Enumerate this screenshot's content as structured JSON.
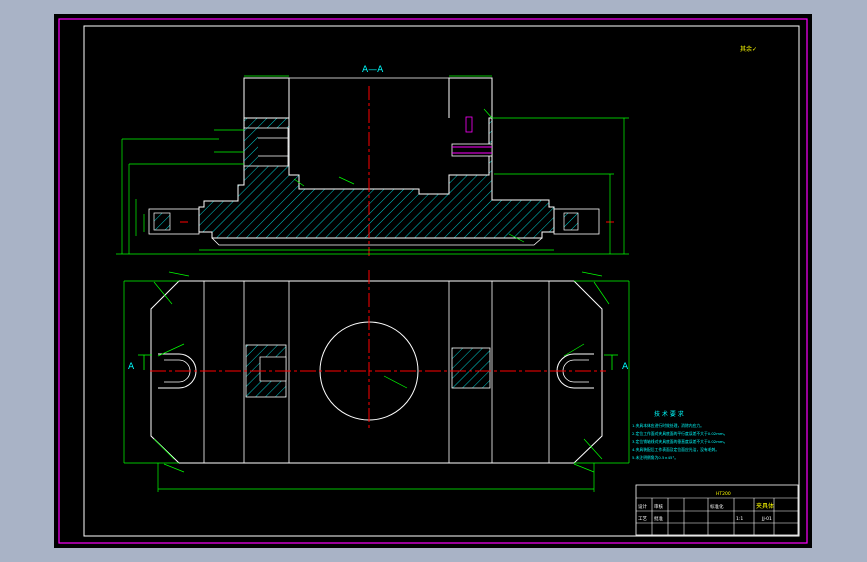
{
  "drawing": {
    "section_label": "A—A",
    "section_marker_left": "A",
    "section_marker_right": "A",
    "roughness_note": "其余✓",
    "tech_req": {
      "title": "技 术 要 求",
      "items": [
        "1.夹具本体应进行时效处理，消除内应力。",
        "2.定位工作面对夹具底面的平行度误差不大于0.02mm。",
        "3.定位销轴线对夹具底面的垂直度误差不大于0.02mm。",
        "4.夹具装配后工作表面及定位面应光洁，没有毛刺。",
        "5.未注明倒角为0.5×45°。"
      ]
    },
    "title_block": {
      "part_name": "夹具体",
      "scale": "1:1",
      "material": "HT200",
      "drawing_no": "JJ-01",
      "cells": [
        "设计",
        "审核",
        "工艺",
        "批准",
        "标准化"
      ]
    }
  },
  "colors": {
    "background": "#000000",
    "outer_border": "#ff00ff",
    "outline": "#ffffff",
    "dimension": "#00ff00",
    "center_line": "#ff0000",
    "hatch": "#00ffff",
    "text": "#00ffff"
  }
}
